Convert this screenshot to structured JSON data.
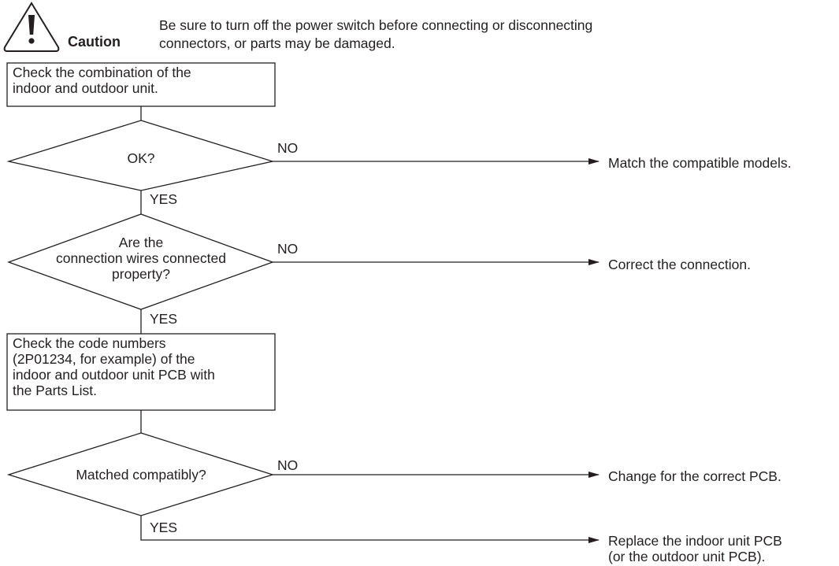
{
  "caution": {
    "icon": "caution-triangle-icon",
    "label": "Caution",
    "message_line1": "Be sure to turn off the power switch before connecting or disconnecting",
    "message_line2": "connectors, or parts may be damaged."
  },
  "steps": {
    "check_combination": "Check the combination of the\nindoor and outdoor unit.",
    "ok_decision": "OK?",
    "wires_decision_line1": "Are the",
    "wires_decision_line2": "connection wires connected",
    "wires_decision_line3": "property?",
    "check_code_numbers": "Check the code numbers\n(2P01234, for example) of the\nindoor and outdoor unit PCB with\nthe Parts List.",
    "matched_decision": "Matched compatibly?"
  },
  "branch_labels": {
    "ok_no": "NO",
    "ok_yes": "YES",
    "wires_no": "NO",
    "wires_yes": "YES",
    "matched_no": "NO",
    "matched_yes": "YES"
  },
  "outcomes": {
    "match_models": "Match the compatible models.",
    "correct_connection": "Correct the connection.",
    "change_pcb": "Change for the correct PCB.",
    "replace_line1": "Replace the indoor unit PCB",
    "replace_line2": "(or the outdoor unit PCB)."
  },
  "colors": {
    "ink": "#231f20",
    "background": "#ffffff"
  }
}
